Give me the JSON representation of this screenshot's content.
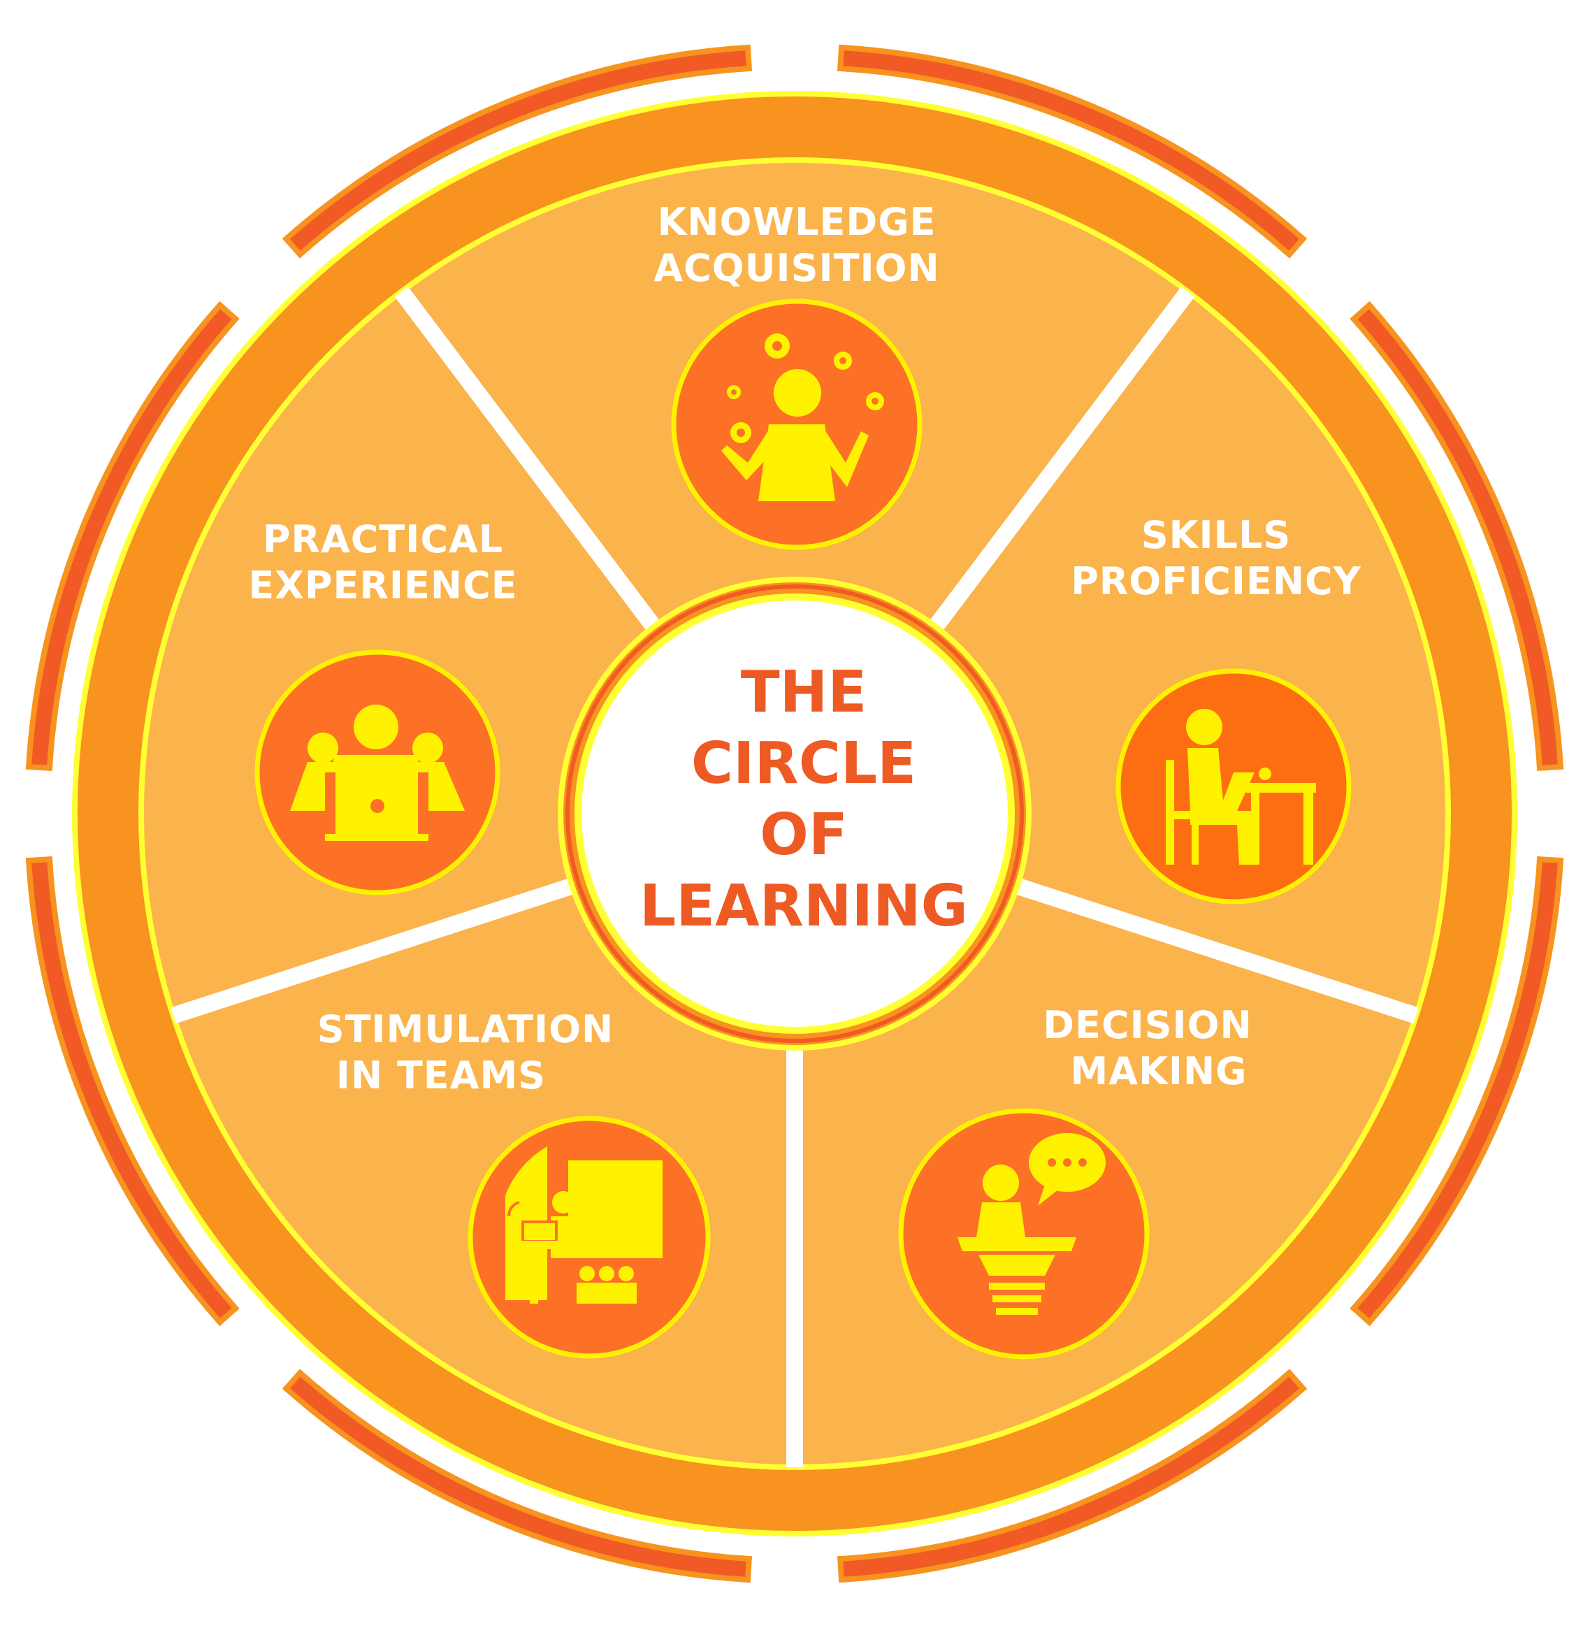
{
  "center": {
    "lines": [
      "THE",
      "CIRCLE",
      "OF",
      "LEARNING"
    ]
  },
  "segments": [
    {
      "id": "knowledge",
      "lines": [
        "KNOWLEDGE",
        "ACQUISITION"
      ],
      "icon": "juggling-gears-person-icon"
    },
    {
      "id": "skills",
      "lines": [
        "SKILLS",
        "PROFICIENCY"
      ],
      "icon": "person-at-desk-icon"
    },
    {
      "id": "decision",
      "lines": [
        "DECISION",
        "MAKING"
      ],
      "icon": "speaker-at-podium-icon"
    },
    {
      "id": "stimulation",
      "lines": [
        "STIMULATION",
        "IN TEAMS"
      ],
      "icon": "presenter-with-audience-icon"
    },
    {
      "id": "practical",
      "lines": [
        "PRACTICAL",
        "EXPERIENCE"
      ],
      "icon": "team-with-laptop-icon"
    }
  ],
  "colors": {
    "outer_arcs": "#f15a24",
    "outer_arc_edge": "#f7931e",
    "ring": "#f7931e",
    "ring_outline": "#ffff33",
    "segment_fill": "#fbb34c",
    "divider": "#ffffff",
    "icon_circle": "#fd7127",
    "icon_figure": "#fff200",
    "center_text": "#ee5a24",
    "label_text": "#ffffff"
  }
}
